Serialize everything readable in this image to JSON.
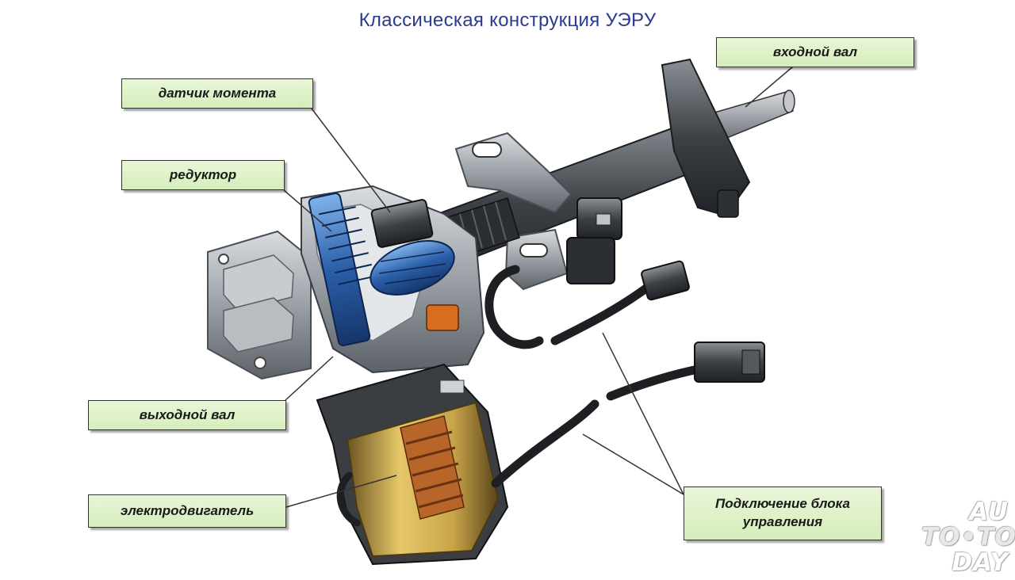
{
  "title": "Классическая конструкция УЭРУ",
  "labels": {
    "input_shaft": "входной вал",
    "torque_sensor": "датчик момента",
    "reducer": "редуктор",
    "output_shaft": "выходной вал",
    "motor": "электродвигатель",
    "control_connection": "Подключение блока управления"
  },
  "watermark": {
    "line1": "AU",
    "line2": "TO•TO",
    "line3": "DAY"
  },
  "colors": {
    "title": "#2b3b8f",
    "label_fill": "#dff2c9",
    "metal": "#9aa0a6",
    "worm_gear": "#2a5fa8",
    "motor_gold": "#c9a54a",
    "windings": "#b8652a"
  }
}
